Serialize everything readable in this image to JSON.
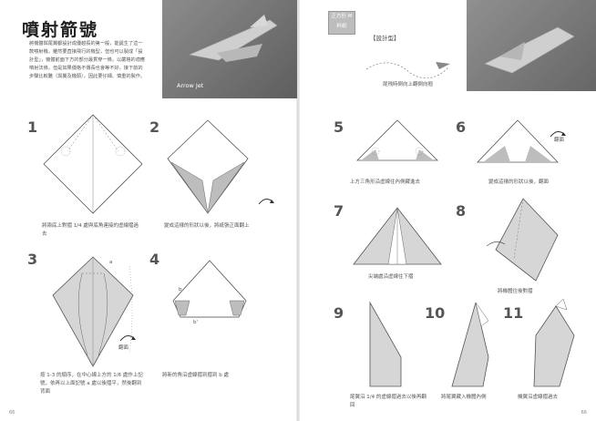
{
  "left_page": {
    "title": "噴射箭號",
    "intro": "將機體與尾翼都設計成優越長的第一般，能誕生了這一款噴射機，雖然要直接飛行的機型，但也可以製成「設計型」，機體前面下方的部分最貫穿一條，以嚴格的適應噴射法條，但是如果價格不傳長也會等不好，接下前的步驟比較難（與翼及機頭），因此要仔細、慎重的製作。",
    "photo_caption": "Arrow Jet",
    "page_number": "66"
  },
  "right_page": {
    "paper_badge": "正方形 M料紙",
    "design_label": "【設計型】",
    "flight_note": "尾飛時倒向上翻倒向翹",
    "page_number": "66"
  },
  "steps": [
    {
      "num": "1",
      "caption": "將兩底上對摺 1/4 處與底角連接的虛線摺過去"
    },
    {
      "num": "2",
      "caption": "變成這樣的形狀以後，將紙張正面翻上"
    },
    {
      "num": "3",
      "caption": "按 1-3 的順序，在中心線上方的 1/6 處作上記號，依再以上面記號 a 處以後摺平，然後翻到背面"
    },
    {
      "num": "4",
      "caption": "將新的角沿虛線摺到摺到 b 處"
    },
    {
      "num": "5",
      "caption": "上方三角形沿虛線往內側藏進去"
    },
    {
      "num": "6",
      "caption": "變成這樣的形狀以後，翻面"
    },
    {
      "num": "7",
      "caption": "尖端處沿虛線往下摺"
    },
    {
      "num": "8",
      "caption": "將機體往後對摺"
    },
    {
      "num": "9",
      "caption": "尾翼沿 1/4 的虛線摺過去以後再翻回"
    },
    {
      "num": "10",
      "caption": "將尾翼藏入機體內側"
    },
    {
      "num": "11",
      "caption": "機翼沿虛線摺過去"
    }
  ],
  "labels": {
    "flip": "翻面",
    "mark_a": "a",
    "mark_b": "b",
    "mark_b_prime": "b'"
  }
}
